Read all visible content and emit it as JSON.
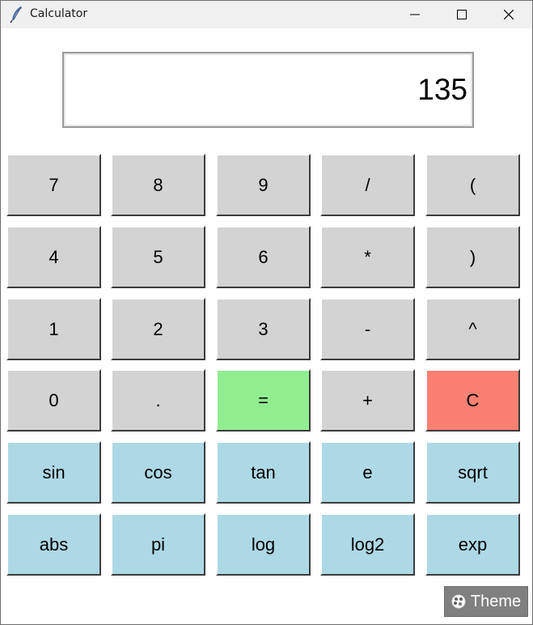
{
  "window": {
    "title": "Calculator",
    "icon": "feather-icon"
  },
  "display": {
    "value": "135"
  },
  "buttons": {
    "row1": [
      "7",
      "8",
      "9",
      "/",
      "("
    ],
    "row2": [
      "4",
      "5",
      "6",
      "*",
      ")"
    ],
    "row3": [
      "1",
      "2",
      "3",
      "-",
      "^"
    ],
    "row4": [
      "0",
      ".",
      "=",
      "+",
      "C"
    ],
    "row5": [
      "sin",
      "cos",
      "tan",
      "e",
      "sqrt"
    ],
    "row6": [
      "abs",
      "pi",
      "log",
      "log2",
      "exp"
    ]
  },
  "theme": {
    "label": "Theme",
    "icon": "palette-icon"
  },
  "colors": {
    "digit_button": "#d3d3d3",
    "function_button": "#add8e6",
    "equals_button": "#90ee90",
    "clear_button": "#fa8072",
    "theme_button": "#808080"
  }
}
